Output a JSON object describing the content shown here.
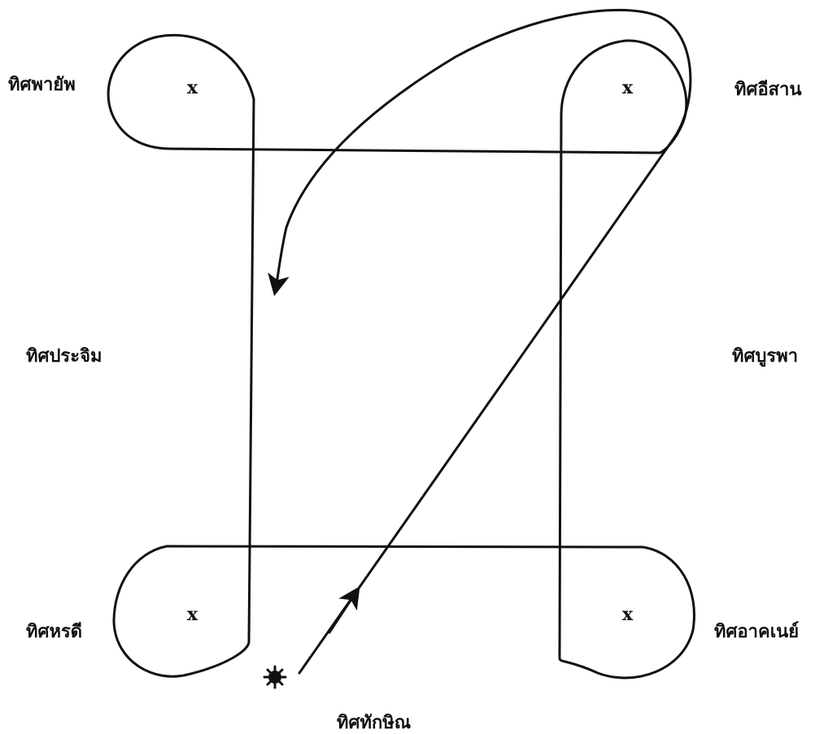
{
  "labels": {
    "nw": "ทิศพายัพ",
    "ne": "ทิศอีสาน",
    "w": "ทิศประจิม",
    "e": "ทิศบูรพา",
    "sw": "ทิศหรดี",
    "se": "ทิศอาคเนย์",
    "s": "ทิศทักษิณ"
  },
  "marks": {
    "nw": "x",
    "ne": "x",
    "sw": "x",
    "se": "x"
  },
  "colors": {
    "line": "#111111",
    "background": "#ffffff"
  }
}
